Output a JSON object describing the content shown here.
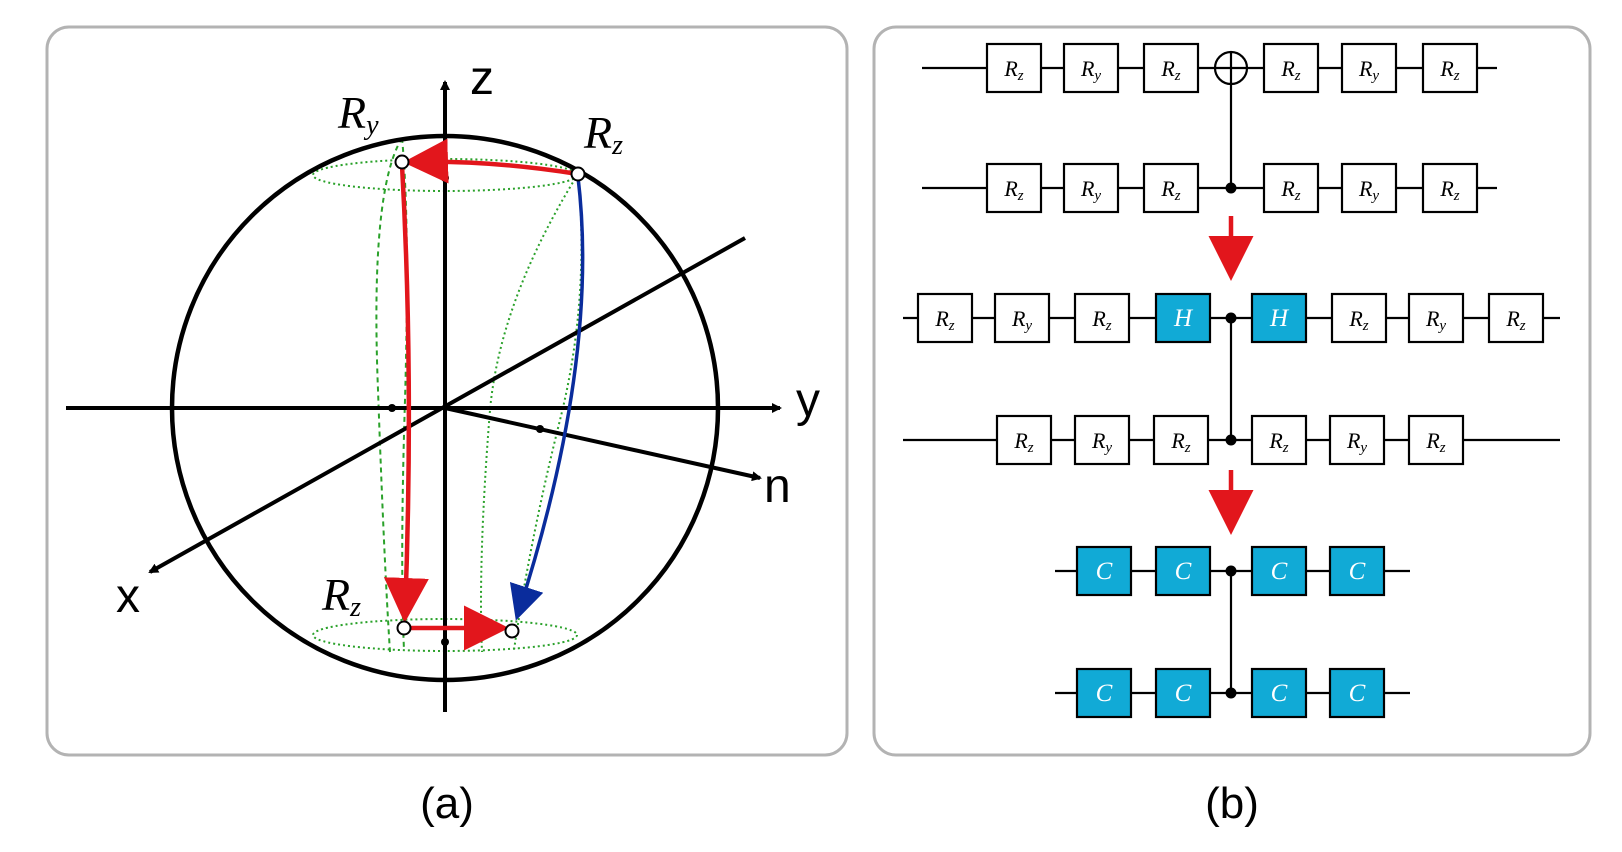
{
  "panel_a": {
    "caption": "(a)",
    "axes": {
      "z": "z",
      "y": "y",
      "x": "x",
      "n": "n"
    },
    "rotation_labels": {
      "ry_top": "Ry",
      "rz_top": "Rz",
      "rz_bottom": "Rz"
    },
    "colors": {
      "red_path": "#e2161c",
      "blue_path": "#0a2c9c",
      "guides": "#2aa12a"
    }
  },
  "panel_b": {
    "caption": "(b)",
    "stage1": {
      "top": [
        "Rz",
        "Ry",
        "Rz",
        "Rz",
        "Ry",
        "Rz"
      ],
      "bottom": [
        "Rz",
        "Ry",
        "Rz",
        "Rz",
        "Ry",
        "Rz"
      ]
    },
    "stage2": {
      "top": [
        "Rz",
        "Ry",
        "Rz",
        "H",
        "H",
        "Rz",
        "Ry",
        "Rz"
      ],
      "bottom": [
        "Rz",
        "Ry",
        "Rz",
        "Rz",
        "Ry",
        "Rz"
      ]
    },
    "stage3": {
      "top": [
        "C",
        "C",
        "C",
        "C"
      ],
      "bottom": [
        "C",
        "C",
        "C",
        "C"
      ]
    },
    "colors": {
      "highlight_gate": "#11aad6",
      "stage_arrow": "#e2161c"
    }
  }
}
